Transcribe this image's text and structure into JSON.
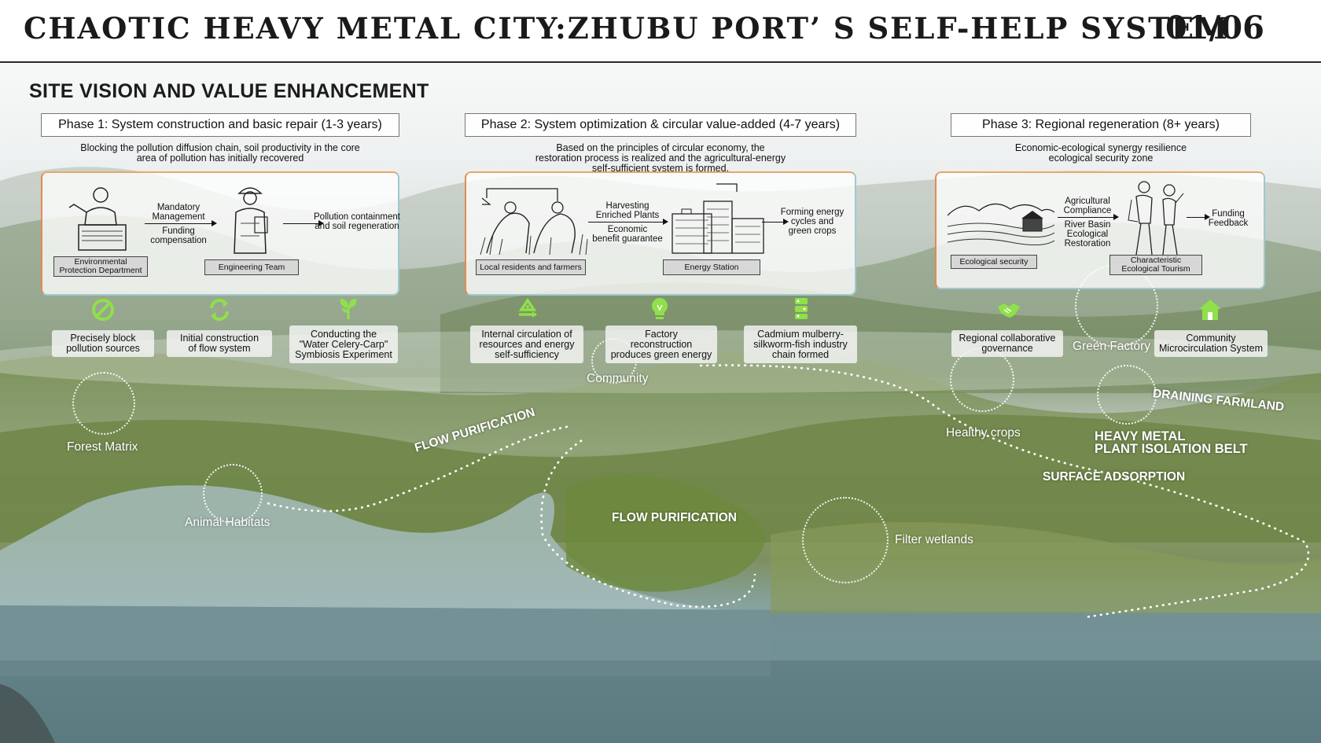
{
  "header": {
    "title": "CHAOTIC HEAVY METAL CITY:ZHUBU PORT’ S SELF-HELP SYSTEM",
    "page": "01/06"
  },
  "section_title": "SITE VISION AND VALUE ENHANCEMENT",
  "phases": [
    {
      "title": "Phase 1: System construction and basic repair (1-3 years)",
      "desc": [
        "Blocking the pollution diffusion chain, soil productivity in the core",
        "area of pollution has initially recovered"
      ],
      "flow": {
        "arrow_top": [
          "Mandatory",
          "Management"
        ],
        "arrow_bottom": [
          "Funding",
          "compensation"
        ],
        "result": [
          "Pollution containment",
          "and soil regeneration"
        ]
      },
      "labels": [
        [
          "Environmental",
          "Protection Department"
        ],
        [
          "Engineering Team"
        ]
      ],
      "actions": [
        {
          "icon": "no-entry-icon",
          "text": [
            "Precisely block",
            "pollution sources"
          ]
        },
        {
          "icon": "recycle-arrows-icon",
          "text": [
            "Initial construction",
            "of flow system"
          ]
        },
        {
          "icon": "plant-icon",
          "text": [
            "Conducting the",
            "\"Water Celery-Carp\"",
            "Symbiosis Experiment"
          ]
        }
      ]
    },
    {
      "title": "Phase 2: System optimization & circular value-added (4-7 years)",
      "desc": [
        "Based on the principles of circular economy, the",
        "restoration process is realized and the agricultural-energy",
        "self-sufficient system is formed."
      ],
      "flow": {
        "arrow_top": [
          "Harvesting",
          "Enriched Plants"
        ],
        "arrow_bottom": [
          "Economic",
          "benefit guarantee"
        ],
        "result": [
          "Forming energy",
          "cycles and",
          "green crops"
        ]
      },
      "labels": [
        [
          "Local residents and farmers"
        ],
        [
          "Energy Station"
        ]
      ],
      "actions": [
        {
          "icon": "cycle-icon",
          "text": [
            "Internal circulation of",
            "resources and energy",
            "self-sufficiency"
          ]
        },
        {
          "icon": "lightbulb-icon",
          "text": [
            "Factory",
            "reconstruction",
            "produces green energy"
          ]
        },
        {
          "icon": "chain-icon",
          "text": [
            "Cadmium mulberry-",
            "silkworm-fish industry",
            "chain formed"
          ]
        }
      ]
    },
    {
      "title": "Phase 3: Regional regeneration (8+ years)",
      "desc": [
        "Economic-ecological synergy resilience",
        "ecological security zone"
      ],
      "flow": {
        "arrow_top": [
          "Agricultural",
          "Compliance"
        ],
        "arrow_bottom": [
          "River Basin",
          "Ecological",
          "Restoration"
        ],
        "result": [
          "Funding",
          "Feedback"
        ]
      },
      "labels": [
        [
          "Ecological security"
        ],
        [
          "Characteristic",
          "Ecological Tourism"
        ]
      ],
      "actions": [
        {
          "icon": "handshake-icon",
          "text": [
            "Regional collaborative",
            "governance"
          ]
        },
        {
          "icon": "home-icon",
          "text": [
            "Community",
            "Microcirculation System"
          ]
        }
      ]
    }
  ],
  "annotations": {
    "forest_matrix": "Forest Matrix",
    "animal_habitats": "Animal Habitats",
    "community": "Community",
    "green_factory": "Green Factory",
    "healthy_crops": "Healthy crops",
    "filter_wetlands": "Filter wetlands",
    "flow_purification_1": "FLOW PURIFICATION",
    "flow_purification_2": "FLOW PURIFICATION",
    "draining_farmland": "DRAINING FARMLAND",
    "isolation_belt": [
      "HEAVY METAL",
      "PLANT ISOLATION BELT"
    ],
    "surface_absorption": "SURFACE ADSORPTION"
  },
  "colors": {
    "accent_green": "#8fe04a",
    "panel_left": "#e58a50",
    "panel_right": "#9fc9cf"
  }
}
